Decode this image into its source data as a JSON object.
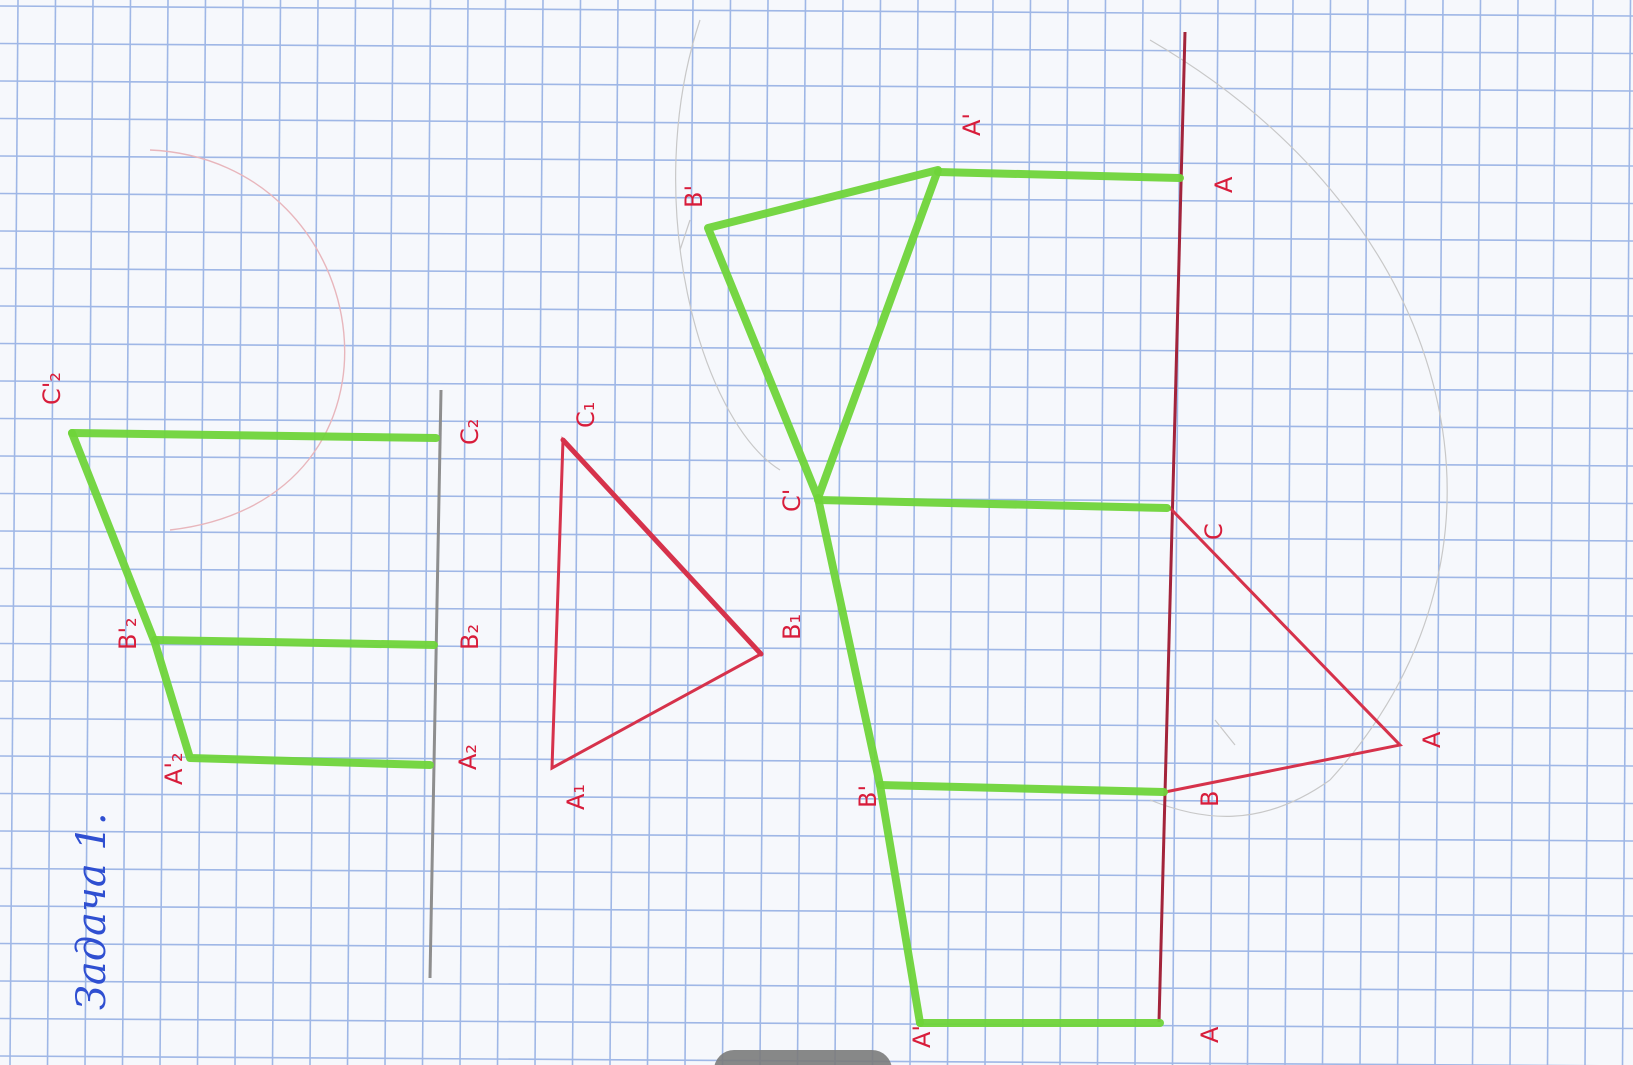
{
  "title": "Задача 1.",
  "labels": {
    "A2p": "A'₂",
    "B2p": "B'₂",
    "C2p": "C'₂",
    "A2": "A₂",
    "B2": "B₂",
    "C2": "C₂",
    "A1": "A₁",
    "B1": "B₁",
    "C1": "C₁",
    "Ap_top": "A'",
    "Bp_top": "B'",
    "Cp": "C'",
    "Bp_bottom": "B'",
    "Ap_bottom": "A'",
    "A_top": "A",
    "C": "C",
    "A_right": "A",
    "B": "B",
    "A_bottom": "A"
  },
  "colors": {
    "grid": "#9fb7e6",
    "red_ink": "#d6324b",
    "green_pencil": "#6fd43a",
    "blue_ink": "#2f4fd1",
    "graphite": "#8e8e8e"
  }
}
